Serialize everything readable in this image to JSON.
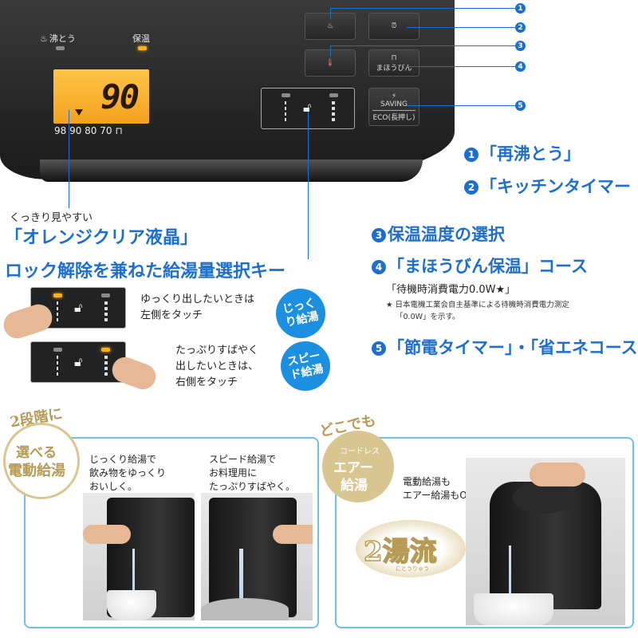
{
  "panel": {
    "indicator_reboil": "沸とう",
    "indicator_keep_warm": "保温",
    "lcd_value": "90",
    "temp_scale": "98 90 80 70",
    "btn4_label": "まほうびん",
    "btn5_top": "SAVING",
    "btn5_bottom": "ECO(長押し)"
  },
  "callouts": [
    "1",
    "2",
    "3",
    "4",
    "5"
  ],
  "features": [
    {
      "num": "1",
      "text": "「再沸とう」"
    },
    {
      "num": "2",
      "text": "「キッチンタイマー"
    },
    {
      "num": "3",
      "text": "保温温度の選択"
    },
    {
      "num": "4",
      "text": "「まほうびん保温」コース"
    },
    {
      "num": "5",
      "text": "「節電タイマー」・「省エネコース"
    }
  ],
  "feature4_sub": "「待機時消費電力0.0W★」",
  "feature4_note1": "★ 日本電機工業会自主基準による待機時消費電力測定",
  "feature4_note2": "「0.0W」を示す。",
  "lcd_caption_small": "くっきり見やすい",
  "lcd_caption_big": "「オレンジクリア液晶」",
  "lock_heading": "ロック解除を兼ねた給湯量選択キー",
  "lock_slow_text_1": "ゆっくり出したいときは",
  "lock_slow_text_2": "左側をタッチ",
  "lock_slow_bubble": "じっくり給湯",
  "lock_fast_text_1": "たっぷりすばやく",
  "lock_fast_text_2": "出したいときは、",
  "lock_fast_text_3": "右側をタッチ",
  "lock_fast_bubble": "スピード給湯",
  "bottom_left": {
    "badge_top": "2段階に",
    "badge_main_1": "選べる",
    "badge_main_2": "電動給湯",
    "photo1_text_1": "じっくり給湯で",
    "photo1_text_2": "飲み物をゆっくり",
    "photo1_text_3": "おいしく。",
    "photo2_text_1": "スピード給湯で",
    "photo2_text_2": "お料理用に",
    "photo2_text_3": "たっぷりすばやく。"
  },
  "bottom_right": {
    "badge_top": "どこでも",
    "badge_small": "コードレス",
    "badge_main_1": "エアー",
    "badge_main_2": "給湯",
    "text_1": "電動給湯も",
    "text_2": "エアー給湯もOK",
    "logo_main": "2湯流",
    "logo_sub": "にとうりゅう"
  },
  "colors": {
    "accent_blue": "#1d6fcf",
    "lcd_orange": "#f5a623",
    "gold": "#b69a55"
  }
}
